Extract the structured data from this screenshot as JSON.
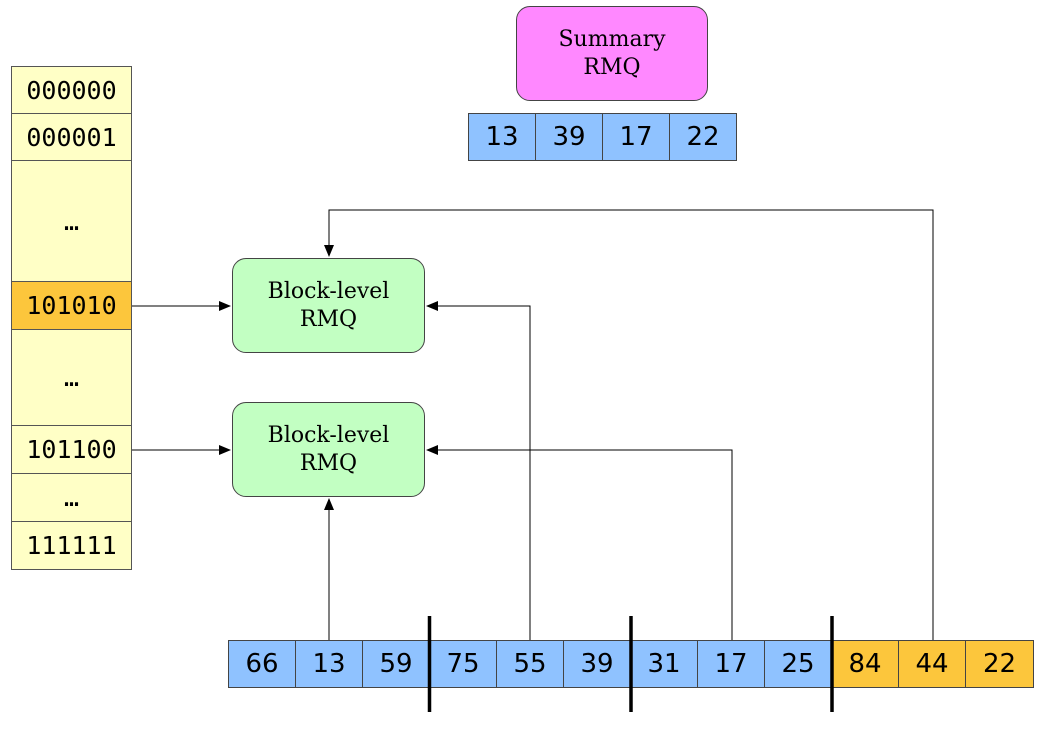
{
  "summary_rmq": {
    "line1": "Summary",
    "line2": "RMQ"
  },
  "summary_array": [
    "13",
    "39",
    "17",
    "22"
  ],
  "block_rmqs": [
    {
      "line1": "Block-level",
      "line2": "RMQ"
    },
    {
      "line1": "Block-level",
      "line2": "RMQ"
    }
  ],
  "lookup_table": [
    {
      "label": "000000",
      "highlight": false
    },
    {
      "label": "000001",
      "highlight": false
    },
    {
      "label": "…",
      "highlight": false
    },
    {
      "label": "101010",
      "highlight": true
    },
    {
      "label": "…",
      "highlight": false
    },
    {
      "label": "101100",
      "highlight": false
    },
    {
      "label": "…",
      "highlight": false
    },
    {
      "label": "111111",
      "highlight": false
    }
  ],
  "main_array": [
    "66",
    "13",
    "59",
    "75",
    "55",
    "39",
    "31",
    "17",
    "25",
    "84",
    "44",
    "22"
  ],
  "colors": {
    "blue_cell": "#8fc2ff",
    "orange_cell": "#fcc63c",
    "lookup_row": "#ffffc6",
    "summary_fill": "#ff88ff",
    "block_fill": "#c2ffc2"
  }
}
